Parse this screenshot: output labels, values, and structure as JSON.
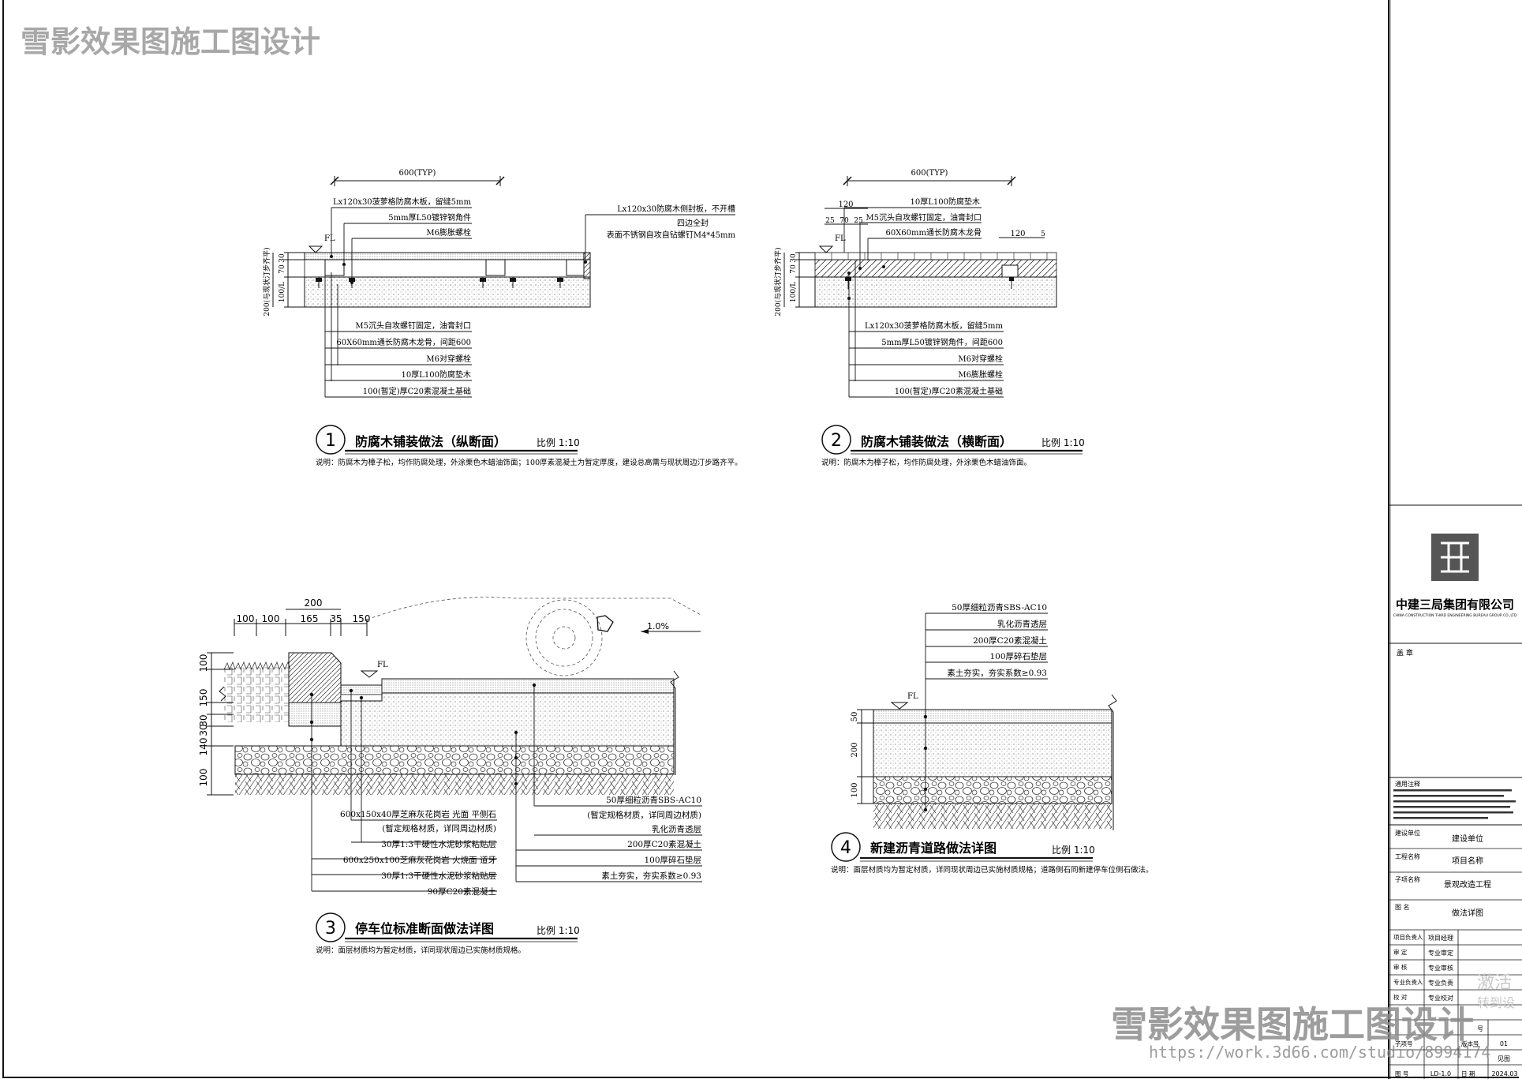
{
  "watermark": {
    "top": "雪影效果图施工图设计",
    "bottom": "雪影效果图施工图设计",
    "url": "https://work.3d66.com/studio/8994174",
    "faint": [
      "激活",
      "转到设"
    ]
  },
  "detail1": {
    "number": "1",
    "title": "防腐木铺装做法（纵断面）",
    "scale": "比例 1:10",
    "note": "说明：防腐木为樟子松，均作防腐处理，外涂栗色木蜡油饰面；100厚素混凝土为暂定厚度，建设总高需与现状周边汀步路齐平。",
    "dim_top": "600(TYP)",
    "fl": "FL",
    "vert_dims": [
      "30",
      "70",
      "100/L"
    ],
    "vert_total": "200(与现状汀步齐平)",
    "labels_top": [
      "Lx120x30菠萝格防腐木板，留缝5mm",
      "5mm厚L50镀锌钢角件",
      "M6膨胀螺栓"
    ],
    "labels_right": [
      "Lx120x30防腐木侧封板，不开槽",
      "四边全封",
      "表面不锈钢自攻自钻螺钉M4*45mm"
    ],
    "labels_bottom": [
      "M5沉头自攻螺钉固定，油膏封口",
      "60X60mm通长防腐木龙骨，间距600",
      "M6对穿螺栓",
      "10厚L100防腐垫木",
      "100(暂定)厚C20素混凝土基础"
    ]
  },
  "detail2": {
    "number": "2",
    "title": "防腐木铺装做法（横断面）",
    "scale": "比例 1:10",
    "note": "说明：防腐木为樟子松，均作防腐处理，外涂栗色木蜡油饰面。",
    "dim_top": "600(TYP)",
    "fl": "FL",
    "small_dims": [
      "120",
      "25",
      "70",
      "25",
      "120",
      "5"
    ],
    "vert_dims": [
      "30",
      "70",
      "100/L"
    ],
    "vert_total": "200(与现状汀步齐平)",
    "labels_top": [
      "10厚L100防腐垫木",
      "M5沉头自攻螺钉固定，油膏封口",
      "60X60mm通长防腐木龙骨"
    ],
    "labels_bottom": [
      "Lx120x30菠萝格防腐木板，留缝5mm",
      "5mm厚L50镀锌钢角件，间距600",
      "M6对穿螺栓",
      "M6膨胀螺栓",
      "100(暂定)厚C20素混凝土基础"
    ]
  },
  "detail3": {
    "number": "3",
    "title": "停车位标准断面做法详图",
    "scale": "比例 1:10",
    "note": "说明：面层材质均为暂定材质，详同现状周边已实施材质规格。",
    "top_dims": [
      "100",
      "100",
      "165",
      "35",
      "150"
    ],
    "top_total": "200",
    "slope": "1.0%",
    "fl": "FL",
    "vert_dims": [
      "100",
      "150",
      "30",
      "30",
      "140",
      "100"
    ],
    "labels_left": [
      "600x150x40厚芝麻灰花岗岩 光面 平侧石",
      "(暂定规格材质，详同周边材质)",
      "30厚1:3干硬性水泥砂浆粘贴层",
      "600x250x100芝麻灰花岗岩 火烧面 道牙",
      "30厚1:3干硬性水泥砂浆粘贴层",
      "90厚C20素混凝土"
    ],
    "labels_right": [
      "50厚细粒沥青SBS-AC10",
      "(暂定规格材质，详同周边材质)",
      "乳化沥青透层",
      "200厚C20素混凝土",
      "100厚碎石垫层",
      "素土夯实，夯实系数≥0.93"
    ]
  },
  "detail4": {
    "number": "4",
    "title": "新建沥青道路做法详图",
    "scale": "比例 1:10",
    "note": "说明：面层材质均为暂定材质，详同现状周边已实施材质规格；道路侧石同新建停车位侧石做法。",
    "fl": "FL",
    "vert_dims": [
      "50",
      "200",
      "100"
    ],
    "labels": [
      "50厚细粒沥青SBS-AC10",
      "乳化沥青透层",
      "200厚C20素混凝土",
      "100厚碎石垫层",
      "素土夯实，夯实系数≥0.93"
    ]
  },
  "title_block": {
    "company": "中建三局集团有限公司",
    "company_en": "CHINA CONSTRUCTION THIRD ENGINEERING BUREAU GROUP CO.,LTD",
    "seal_label": "盖 章",
    "notes_title": "通用注释",
    "rows": [
      {
        "label": "建设单位",
        "value": "建设单位"
      },
      {
        "label": "工程名称",
        "value": "项目名称"
      },
      {
        "label": "子项名称",
        "value": "景观改造工程"
      },
      {
        "label": "图 名",
        "value": "做法详图"
      }
    ],
    "sign_rows": [
      {
        "label": "项目负责人",
        "value": "项目经理"
      },
      {
        "label": "审 定",
        "value": "专业审定"
      },
      {
        "label": "审 核",
        "value": "专业审核"
      },
      {
        "label": "专业负责人",
        "value": "专业负责"
      },
      {
        "label": "校 对",
        "value": "专业校对"
      }
    ],
    "bottom": {
      "sheet_label": "图 号",
      "sheet_no": "LD-1.0",
      "date_label": "日 期",
      "date": "2024.03",
      "version_label": "版本号",
      "version": "01",
      "sub_no_label": "子项号",
      "see": "见图",
      "seq": "号"
    }
  },
  "colors": {
    "line": "#111111",
    "hatch": "#333333",
    "watermark": "#9a9a9a"
  }
}
